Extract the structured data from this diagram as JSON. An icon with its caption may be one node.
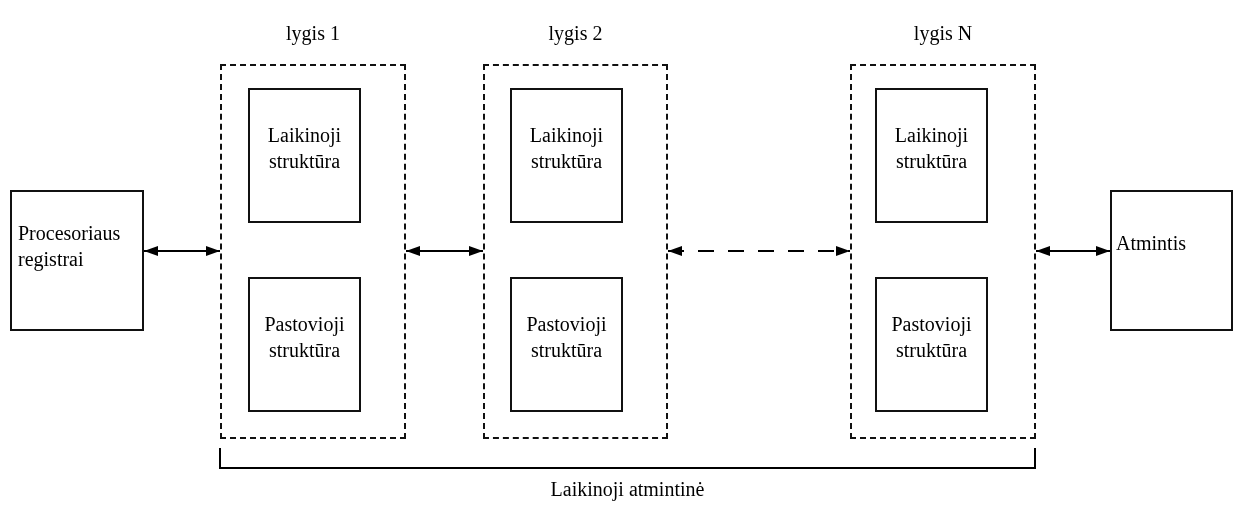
{
  "diagram": {
    "nodes": [
      {
        "text": [
          "Procesoriaus registrai"
        ]
      },
      {
        "text": [
          "lygis 1"
        ]
      },
      {
        "text": [
          "Laikinoji struktūra"
        ],
        "in": 1
      },
      {
        "text": [
          "Pastovioji struktūra"
        ],
        "in": 1
      },
      {
        "text": [
          "lygis 2"
        ]
      },
      {
        "text": [
          "Laikinoji struktūra"
        ],
        "in": 4
      },
      {
        "text": [
          "Pastovioji struktūra"
        ],
        "in": 4
      },
      {
        "text": [
          "lygis N"
        ]
      },
      {
        "text": [
          "Laikinoji struktūra"
        ],
        "in": 7
      },
      {
        "text": [
          "Pastovioji struktūra"
        ],
        "in": 7
      },
      {
        "text": [
          "Atmintis"
        ]
      }
    ],
    "edges": [
      {
        "from": 0,
        "to": 1,
        "arrow": "both"
      },
      {
        "from": 1,
        "to": 4,
        "arrow": "both"
      },
      {
        "from": 4,
        "to": 7,
        "arrow": "both",
        "style": "dashed"
      },
      {
        "from": 7,
        "to": 10,
        "arrow": "both"
      }
    ],
    "labels": [
      "Laikinoji atmintinė"
    ]
  }
}
